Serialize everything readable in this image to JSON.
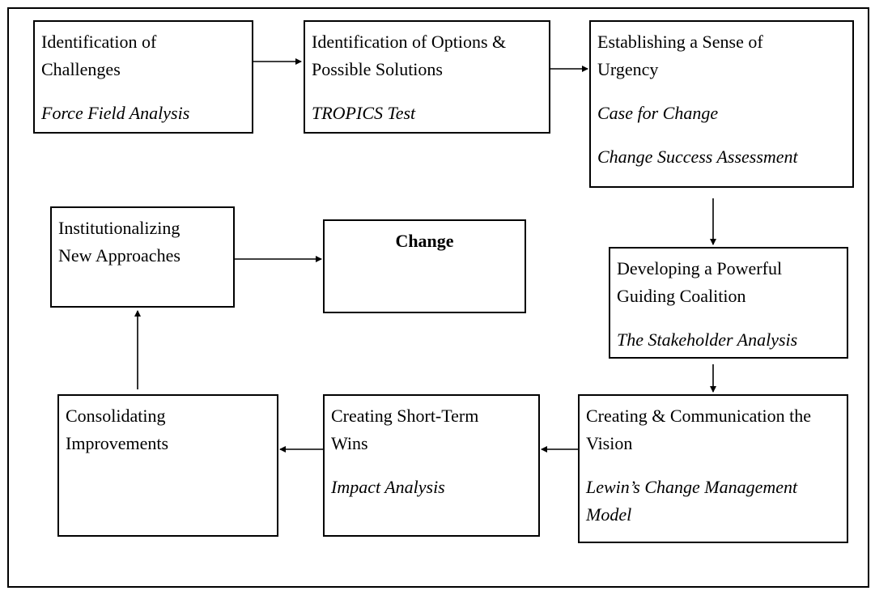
{
  "nodes": {
    "identification_challenges": {
      "title": "Identification of Challenges",
      "tools": [
        "Force Field Analysis"
      ]
    },
    "identification_options": {
      "title": "Identification of Options & Possible Solutions",
      "tools": [
        "TROPICS Test"
      ]
    },
    "sense_of_urgency": {
      "title": "Establishing a Sense of Urgency",
      "tools": [
        "Case for Change",
        "Change Success Assessment"
      ]
    },
    "guiding_coalition": {
      "title": "Developing a Powerful Guiding Coalition",
      "tools": [
        "The Stakeholder Analysis"
      ]
    },
    "communicating_vision": {
      "title": "Creating & Communication the Vision",
      "tools": [
        "Lewin’s Change Management Model"
      ]
    },
    "short_term_wins": {
      "title": "Creating Short-Term Wins",
      "tools": [
        "Impact Analysis"
      ]
    },
    "consolidating": {
      "title": "Consolidating Improvements",
      "tools": []
    },
    "institutionalizing": {
      "title": "Institutionalizing New Approaches",
      "tools": []
    },
    "change": {
      "title": "Change",
      "tools": []
    }
  },
  "edges": [
    {
      "from": "identification_challenges",
      "to": "identification_options"
    },
    {
      "from": "identification_options",
      "to": "sense_of_urgency"
    },
    {
      "from": "sense_of_urgency",
      "to": "guiding_coalition"
    },
    {
      "from": "guiding_coalition",
      "to": "communicating_vision"
    },
    {
      "from": "communicating_vision",
      "to": "short_term_wins"
    },
    {
      "from": "short_term_wins",
      "to": "consolidating"
    },
    {
      "from": "consolidating",
      "to": "institutionalizing"
    },
    {
      "from": "institutionalizing",
      "to": "change"
    }
  ]
}
